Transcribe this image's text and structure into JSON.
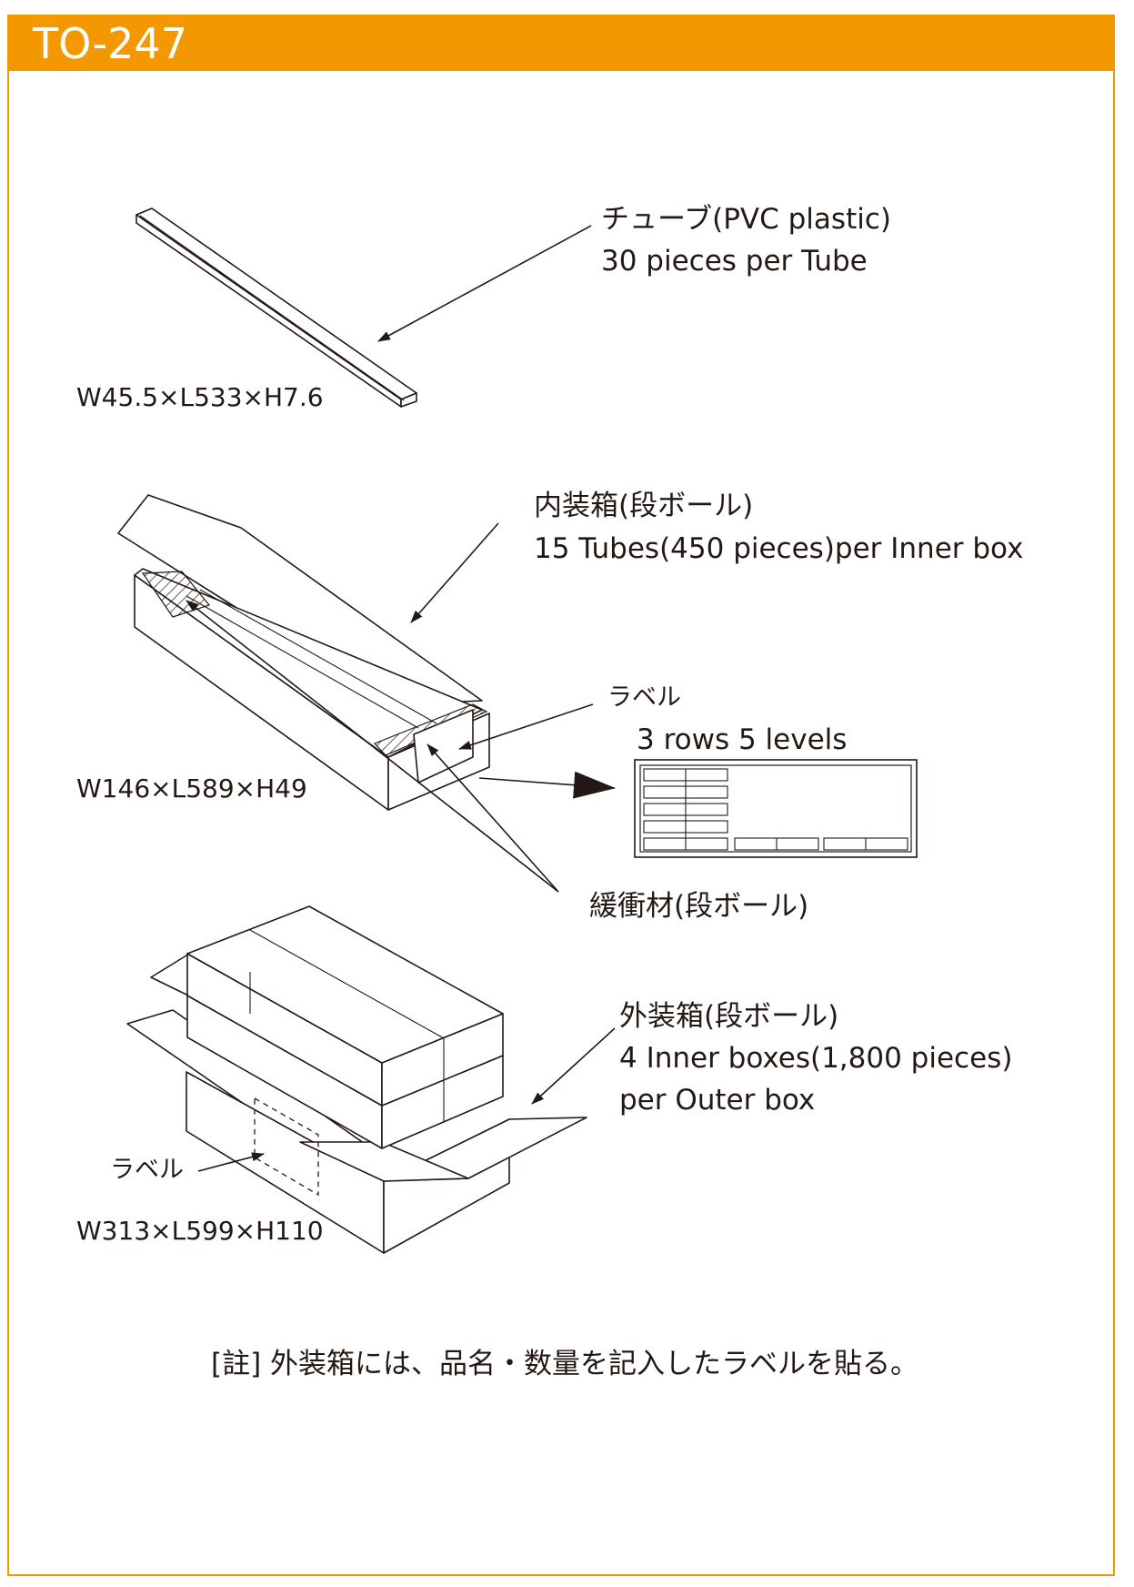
{
  "header": {
    "title": "TO-247",
    "color": "#f39800"
  },
  "tube": {
    "label_jp": "チューブ(PVC plastic)",
    "label_qty": "30 pieces per Tube",
    "dimensions": "W45.5×L533×H7.6"
  },
  "inner_box": {
    "label_jp": "内装箱(段ボール)",
    "label_qty": "15 Tubes(450 pieces)per Inner box",
    "dimensions": "W146×L589×H49",
    "label_tag": "ラベル",
    "arrangement": "3 rows 5 levels",
    "cushion": "緩衝材(段ボール)"
  },
  "outer_box": {
    "label_jp": "外装箱(段ボール)",
    "label_qty": "4 Inner boxes(1,800 pieces)",
    "label_qty2": "per Outer box",
    "label_tag": "ラベル",
    "dimensions": "W313×L599×H110"
  },
  "note": "[註] 外装箱には、品名・数量を記入したラベルを貼る。"
}
